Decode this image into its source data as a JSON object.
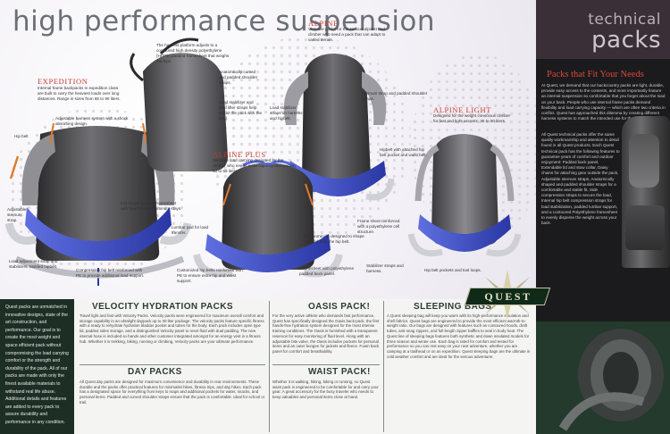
{
  "header": {
    "title": "high performance suspension"
  },
  "packs": {
    "expedition": {
      "title": "Expedition",
      "note": "Internal frame backpacks in expedition class are built to carry the heaviest loads over long distances. Range in sizes from 65 to 90 liters."
    },
    "alpine": {
      "title": "Alpine",
      "note": "Versatile packs for the serious alpinist and climber who need a pack that can adapt to varied terrain."
    },
    "alpine_plus": {
      "title": "Alpine Plus",
      "note": "Versatile load carrying designed for the climber who needs extra capacity and stability. 55 to 65 liters."
    },
    "alpine_light": {
      "title": "Alpine Light",
      "note": "Designed for the weight conscious climber for fast and light ascents. 35 to 50 liters."
    }
  },
  "callouts": [
    "The harness platform adjusts to a contoured high density polyethylene (HDPE) padded framesheet that weighs the hips.",
    "Anatomically curved and padded shoulder straps.",
    "Load stabilizer and load lifter straps help adjust the pack with the load.",
    "Hip belt",
    "Adjustable harness system with a shock absorbing design.",
    "Adjustable sternum strap.",
    "Load adjustment strap and stabilizers. Molded hipbelt.",
    "Compression hip belt reinforced with PE to provide additional load support.",
    "Full-length padded framesheet with heat formed aluminum stays.",
    "Lumbar pad for load transfer.",
    "Customized hip belts reinforced with PE to ensure extra hip and waist support.",
    "Ergonomically designed to shape the load onto the hip belt.",
    "Sternum strap and padded shoulder straps.",
    "Hipbelt with attached hip belt pocket and waist belt.",
    "Load stabilizer straps on harness and hipbelt.",
    "Framesheet with polyethylene padded back panel.",
    "Frame sheet reinforced with a polyethylene cell structure.",
    "Hip belt pockets and tool loops.",
    "Stabilizer straps and harness."
  ],
  "right_panel": {
    "title_line1": "technical",
    "title_line2": "packs",
    "fit_title": "Packs that Fit Your Needs",
    "para1": "At Quest, we demand that our backcountry packs are light, durable, provide easy access to the contents, and more importantly feature an internal suspension so comfortable that you forget about the load on your back. People who use internal frame packs demand flexibility and load carrying capacity — which are often two criteria in conflict. Quest has approached this dilemma by creating different harness systems to match the intended use for the pack.",
    "para2": "All Quest technical packs offer the same quality workmanship and attention to detail found in all Quest products. Each Quest technical pack has the following features to guarantee years of comfort and outdoor enjoyment: Padded back panel, Extendable lid and stow collar, Daisy chains for attaching gear outside the pack, Adjustable sternum straps, Anatomically shaped and padded shoulder straps for a comfortable and stable fit, Side compression straps to secure the load, Internal hip belt compression straps for load stabilization, padded lumbar support, and a contoured Polyethylene framesheet to evenly disperse the weight across your back."
  },
  "bottom": {
    "intro": "Quest packs are unmatched in innovative designs, state of the art construction, and performance. Our goal is to create the most weight and space efficient pack without compromising the load carrying comfort or the strength and durability of the pack. All of our packs are made with only the finest available materials to withstand real life abuse. Additional details and features are added to every pack to assure durability and performance in any condition.",
    "velocity": {
      "title": "VELOCITY HYDRATION PACKS",
      "text": "Travel light and fast with Velocity Packs. Velocity packs were engineered for maximum overall comfort and storage capability in an ultralight daypack up to 30 liter package. The velocity packs feature specific fitness with a ready to rehydrate hydration bladder pocket and tubes for the body. Each pack includes open type lid, padded sides storage, and a distinguished Velocity panel to reset fluid with dual padding. The new internal hose is included so hands and other customer integrated amongst for an energy vest in a fitness hub. Whether it is trekking, biking, running or climbing, Velocity packs are your ultimate performance."
    },
    "day": {
      "title": "DAY PACKS",
      "text": "All Quest day packs are designed for maximum convenience and durability in rear environments. These durable and the packs offer practical features for minimalist hikes, fitness trips, and day hikes. Each pack has a designated space for everything from keys to maps and additional pockets for water, snacks, and personal items. Padded and curved shoulder straps ensure that the pack is comfortable. Ideal for school or trail."
    },
    "oasis": {
      "title": "OASIS PACK!",
      "text": "For the very active athlete who demands fast performance, Quest has specifically designed the Oasis back-pack, the first hands-free hydration system designed for the most intense training conditions. The Oasis is furnished with a transparent reservoir for easy monitoring of fluid level. Along with an adjustable bite valve, the Oasis includes pockets for personal items and an outer bungee for jackets and fleece. Foam back panel for comfort and breathability."
    },
    "waist": {
      "title": "WAIST PACK!",
      "text": "Whether it is walking, hiking, biking or running, no Quest waist pack is engineered to be comfortable for and carry your gear. A great accessory for the busy traveler who needs to keep valuables and personal items close at hand."
    },
    "sleeping": {
      "title": "SLEEPING BAGS",
      "text": "A Quest sleeping bag will keep you warm with its high-performance insulation and shell fabrics. Quest bags are engineered to provide the most efficient warmth-to-weight ratio. Our bags are designed with features such as contoured hoods, draft tubes, anti-snag zippers, and full-length zipper baffles to seal in body heat. The Quest line of sleeping bags features both synthetic and down insulated models for three season and winter use. Each bag is rated for comfort and tested for performance so you can rest easy on your next adventure, whether you are camping at a trailhead or on an expedition. Quest sleeping bags are the ultimate in cold weather comfort and are ideal for the serious adventurer."
    }
  },
  "logo": {
    "text": "QUEST"
  },
  "colors": {
    "accent_red": "#c63a2b",
    "dark_green": "#1d2e25",
    "panel_dark": "#1b1b1d",
    "strap_blue": "#3e4fc4"
  }
}
